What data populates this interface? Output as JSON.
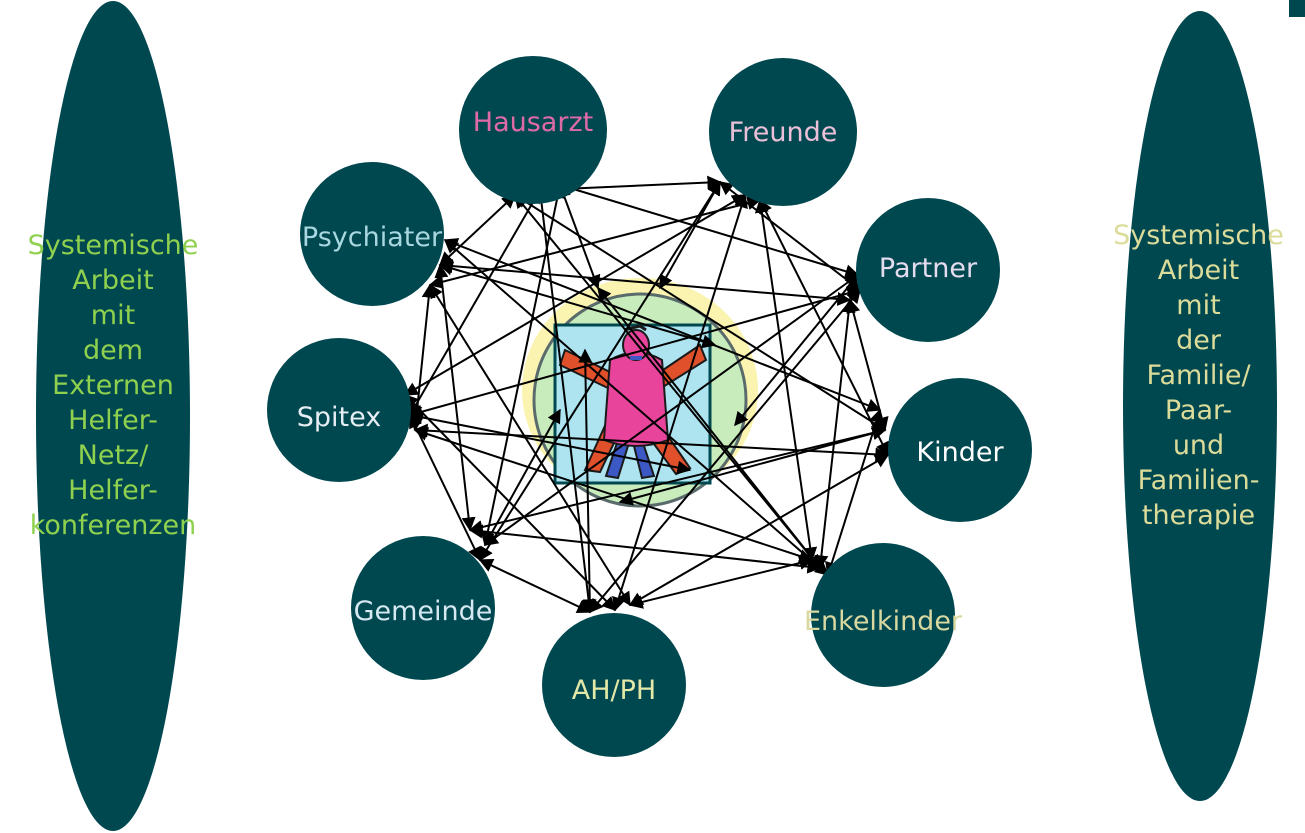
{
  "colors": {
    "node_fill": "#00484f",
    "edge": "#000000",
    "left_text": "#8fd14f",
    "right_text": "#dcdc9a",
    "psychiater": "#a9d7e0",
    "hausarzt": "#e06aa8",
    "freunde": "#ecc0d8",
    "partner": "#e6dcf0",
    "spitex": "#e6eef4",
    "kinder": "#ffffff",
    "gemeinde": "#d6e8f2",
    "ahph": "#e2e8a8",
    "enkelkinder": "#d8d8a0",
    "halo_yellow": "#fbf4b0",
    "halo_green": "#c8ecbc",
    "figure_bg": "#aee4f0",
    "figure_body": "#e8449c",
    "figure_limbs": "#e0502a"
  },
  "left_panel": {
    "lines": [
      "Systemische",
      "Arbeit",
      "mit",
      "dem",
      "Externen",
      "Helfer-",
      "Netz/",
      "Helfer-",
      "konferenzen"
    ]
  },
  "right_panel": {
    "lines": [
      "Systemische",
      "Arbeit",
      "mit",
      "der",
      "Familie/",
      "Paar-",
      "und",
      "Familien-",
      "therapie"
    ]
  },
  "nodes": {
    "hausarzt": "Hausarzt",
    "freunde": "Freunde",
    "psychiater": "Psychiater",
    "partner": "Partner",
    "spitex": "Spitex",
    "kinder": "Kinder",
    "gemeinde": "Gemeinde",
    "ahph": "AH/PH",
    "enkelkinder": "Enkelkinder"
  },
  "center_icon": "vitruvian-figure-icon"
}
